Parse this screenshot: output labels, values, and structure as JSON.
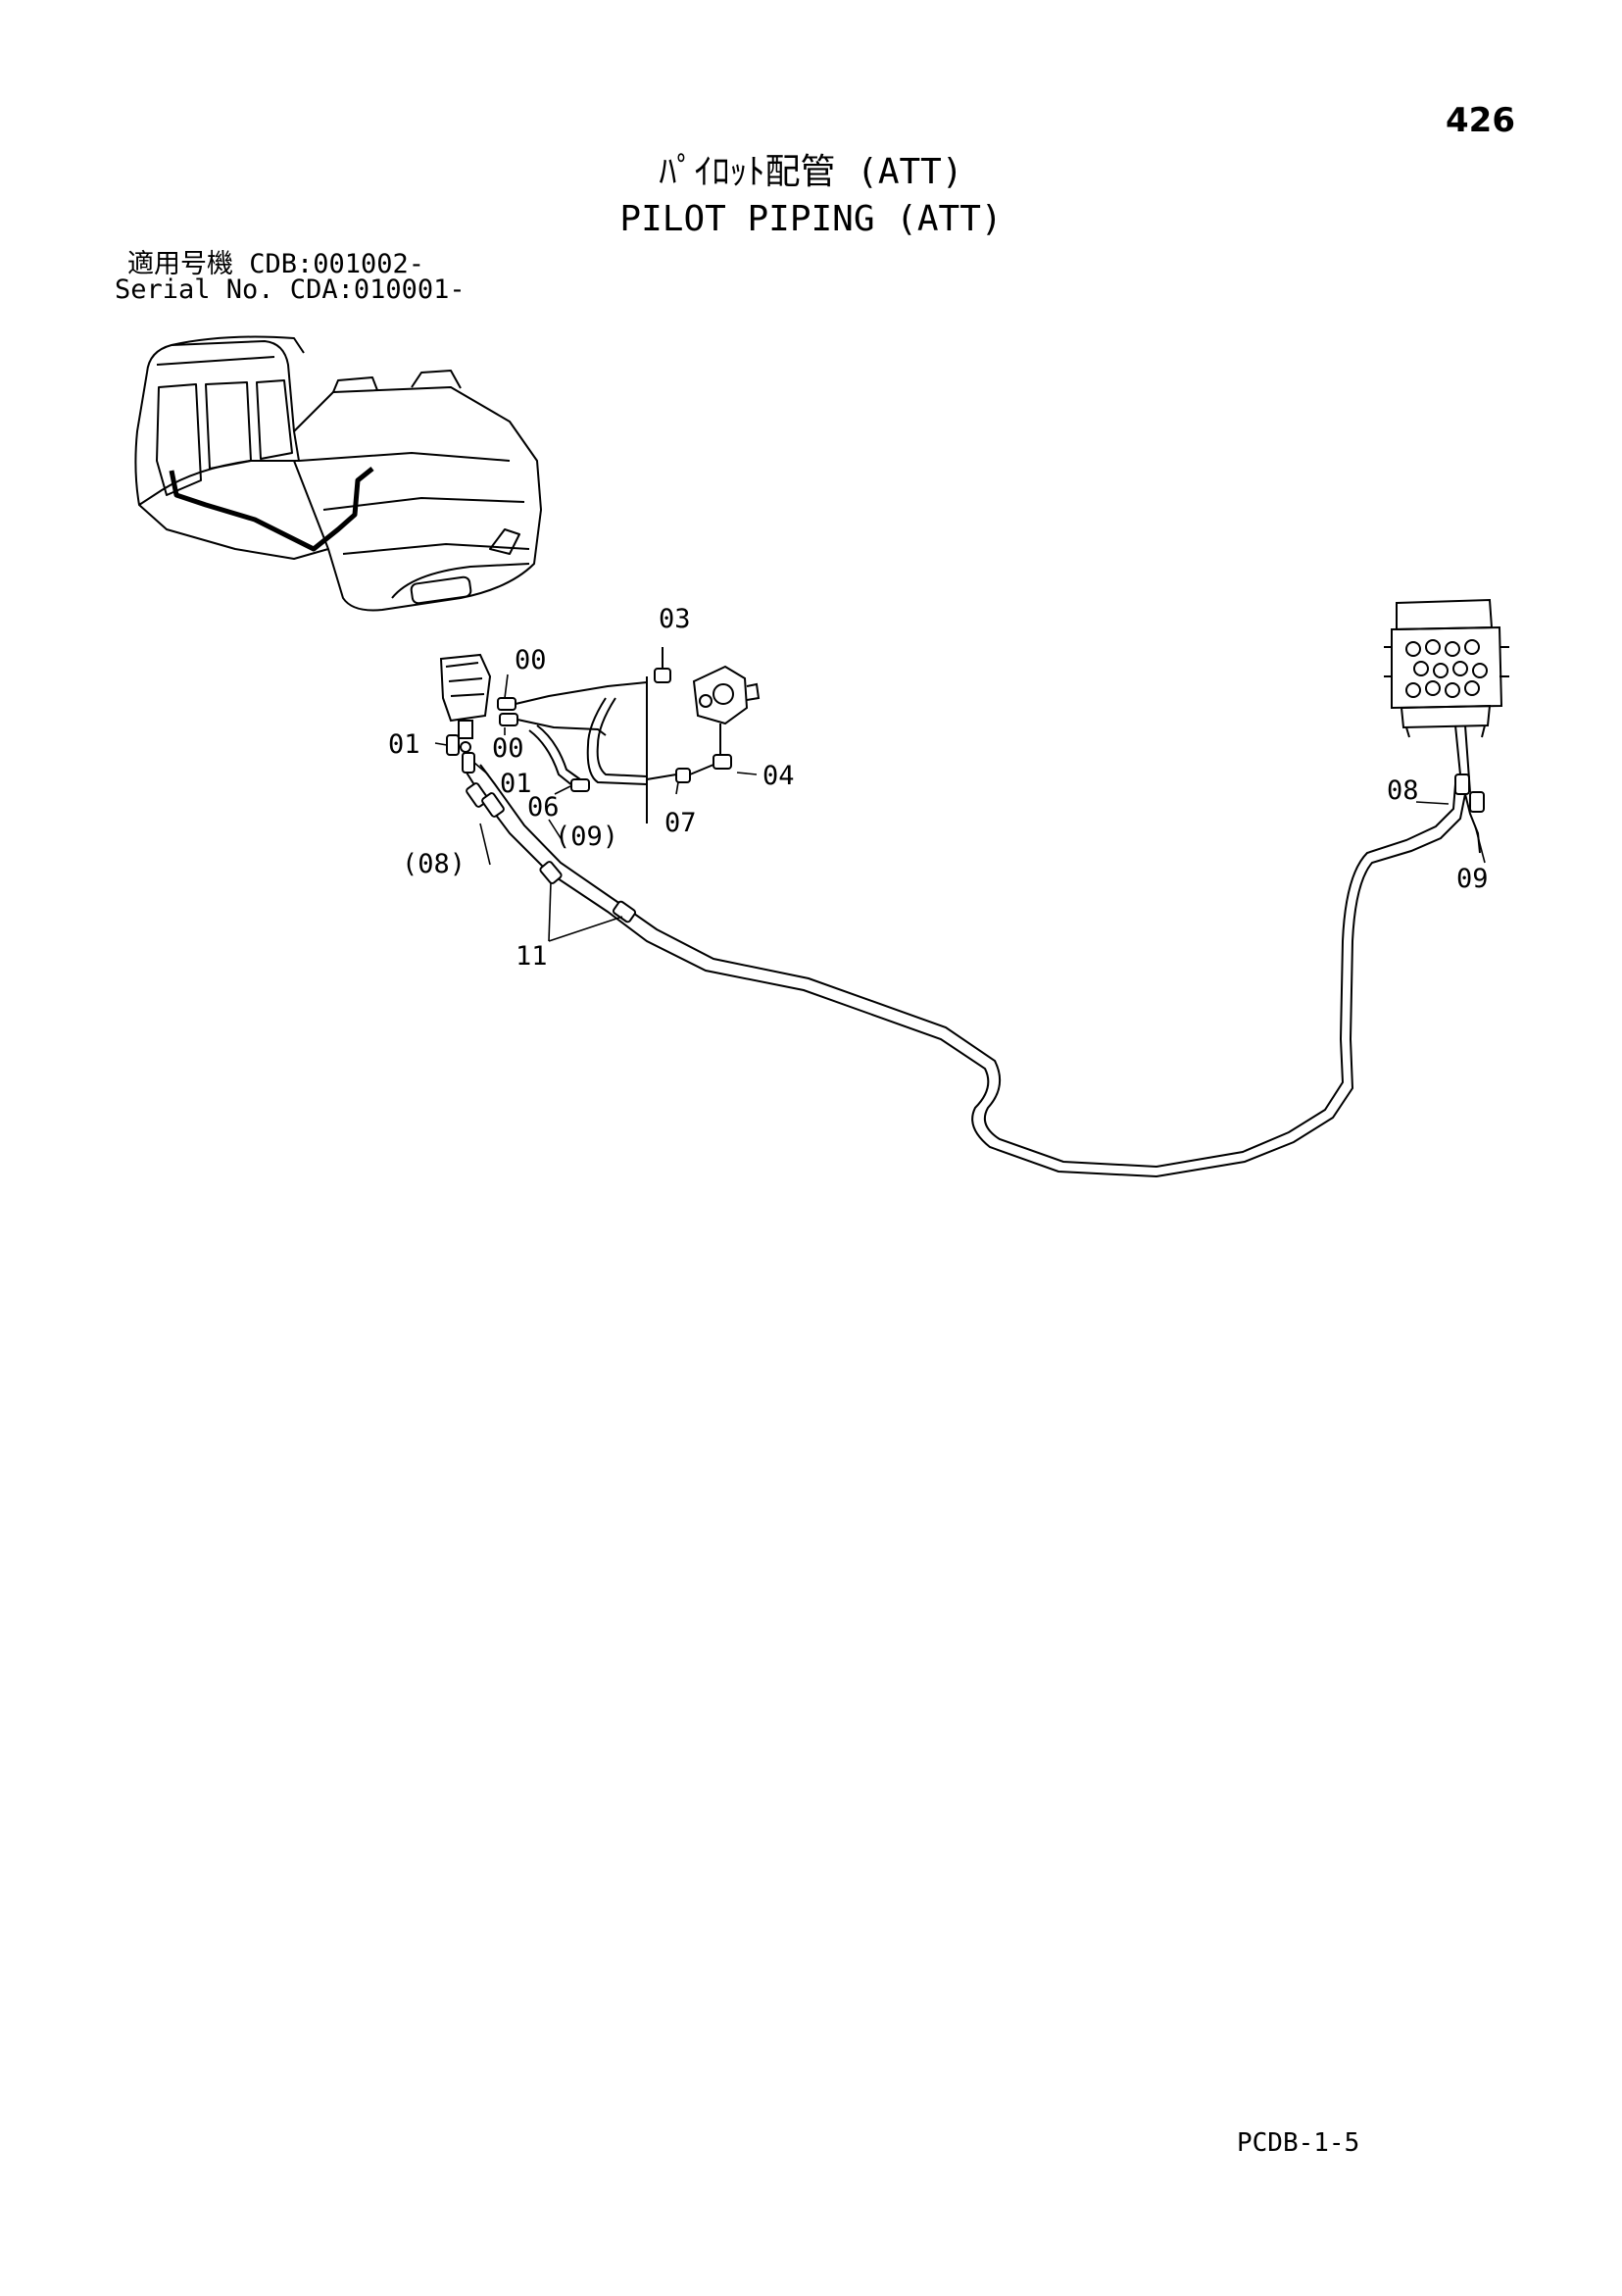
{
  "page_number": "426",
  "title_ja": "ﾊﾟｲﾛｯﾄ配管 (ATT)",
  "title_en": "PILOT PIPING (ATT)",
  "serial": {
    "line1": "適用号機  CDB:001002-",
    "line2": "Serial No. CDA:010001-"
  },
  "footer_code": "PCDB-1-5",
  "callouts": {
    "c03": "03",
    "c00a": "00",
    "c00b": "00",
    "c01a": "01",
    "c01b": "01",
    "c06": "06",
    "c09p": "(09)",
    "c07": "07",
    "c04": "04",
    "c08p": "(08)",
    "c11": "11",
    "c08": "08",
    "c09": "09"
  }
}
